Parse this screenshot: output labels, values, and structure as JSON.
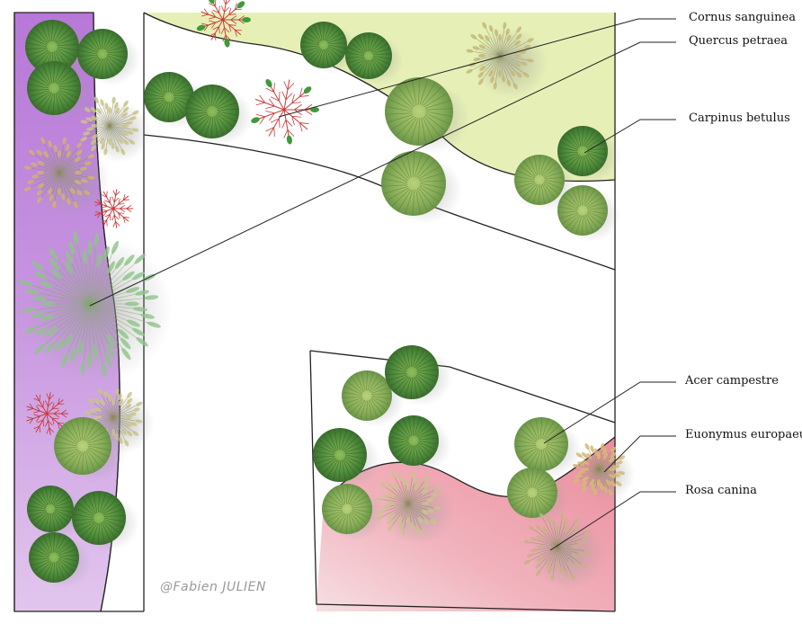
{
  "labels": {
    "cornus": "Cornus sanguinea",
    "quercus": "Quercus petraea",
    "carpinus": "Carpinus betulus",
    "acer": "Acer campestre",
    "euonymus": "Euonymus europaeus",
    "rosa": "Rosa canina"
  },
  "credit": "@Fabien JULIEN",
  "colors": {
    "purple_zone": "#c98fe0",
    "yellow_zone": "#e6f0b4",
    "pink_zone": "#ee9aa8",
    "shrub_dark": "#4f8f3a",
    "shrub_light": "#a8c870",
    "cornus_red": "#c83a3a"
  }
}
